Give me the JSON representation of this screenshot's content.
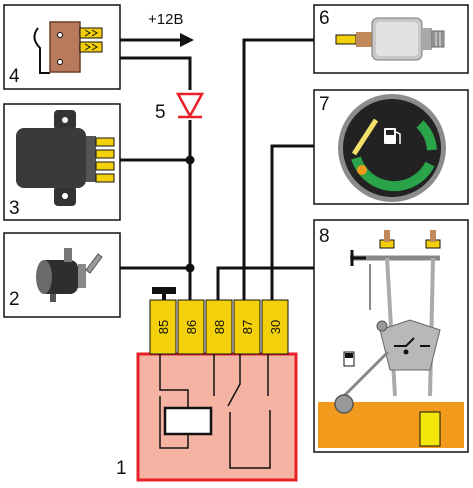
{
  "supply_label": "+12В",
  "components": [
    {
      "number": "1",
      "icon": "relay-icon"
    },
    {
      "number": "2",
      "icon": "starter-motor-icon"
    },
    {
      "number": "3",
      "icon": "relay-block-icon"
    },
    {
      "number": "4",
      "icon": "sensor-switch-icon"
    },
    {
      "number": "5",
      "icon": "diode-icon"
    },
    {
      "number": "6",
      "icon": "pressure-sensor-icon"
    },
    {
      "number": "7",
      "icon": "fuel-gauge-icon"
    },
    {
      "number": "8",
      "icon": "fuel-level-sensor-icon"
    }
  ],
  "relay_pins": [
    "85",
    "86",
    "88",
    "87",
    "30"
  ],
  "colors": {
    "wire": "#111111",
    "relay_body": "#f4b3a3",
    "relay_border": "#e8202a",
    "pin_yellow": "#f2d10a",
    "diode": "#e8202a",
    "tank_fuel": "#f29a1c",
    "gauge_green": "#2aa34a"
  }
}
